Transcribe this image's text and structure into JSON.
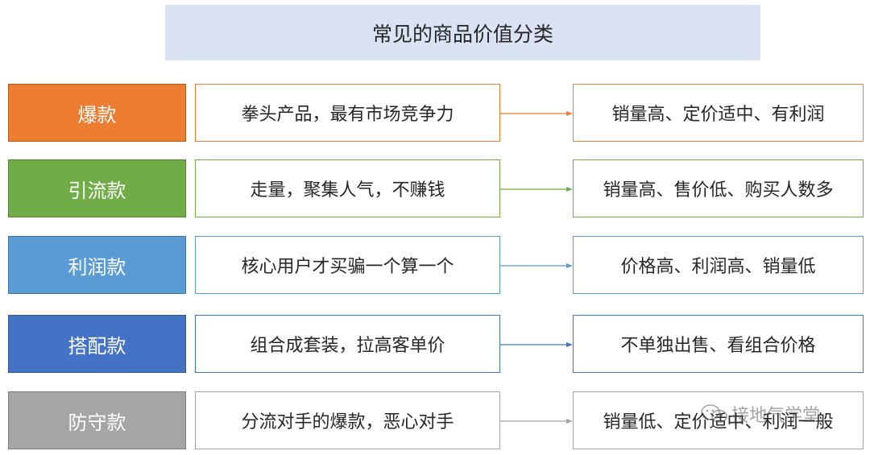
{
  "title": "常见的商品价值分类",
  "rows": [
    {
      "label": "爆款",
      "description": "拳头产品，最有市场竞争力",
      "result": "销量高、定价适中、有利润",
      "color": "#ed7d31"
    },
    {
      "label": "引流款",
      "description": "走量，聚集人气，不赚钱",
      "result": "销量高、售价低、购买人数多",
      "color": "#70ad47"
    },
    {
      "label": "利润款",
      "description": "核心用户才买骗一个算一个",
      "result": "价格高、利润高、销量低",
      "color": "#5b9bd5"
    },
    {
      "label": "搭配款",
      "description": "组合成套装，拉高客单价",
      "result": "不单独出售、看组合价格",
      "color": "#4472c4"
    },
    {
      "label": "防守款",
      "description": "分流对手的爆款，恶心对手",
      "result": "销量低、定价适中、利润一般",
      "color": "#a5a5a5"
    }
  ],
  "watermark": {
    "text": "接地气学堂",
    "icon": "wechat-icon"
  }
}
